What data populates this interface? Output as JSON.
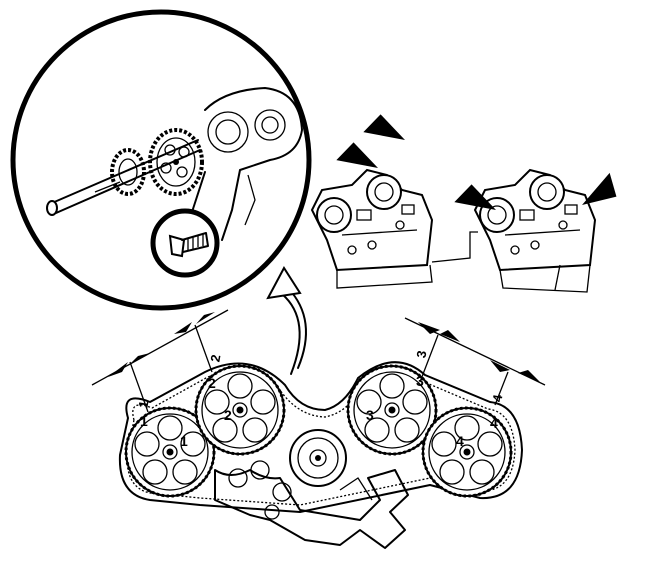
{
  "labels": {
    "cam1": "1",
    "cam2": "2",
    "cam3": "3",
    "cam4": "4"
  },
  "colors": {
    "ink": "#000000",
    "paper": "#ffffff"
  },
  "icons": {
    "pointer": "black-triangle-arrow",
    "callout": "curved-arrow"
  }
}
